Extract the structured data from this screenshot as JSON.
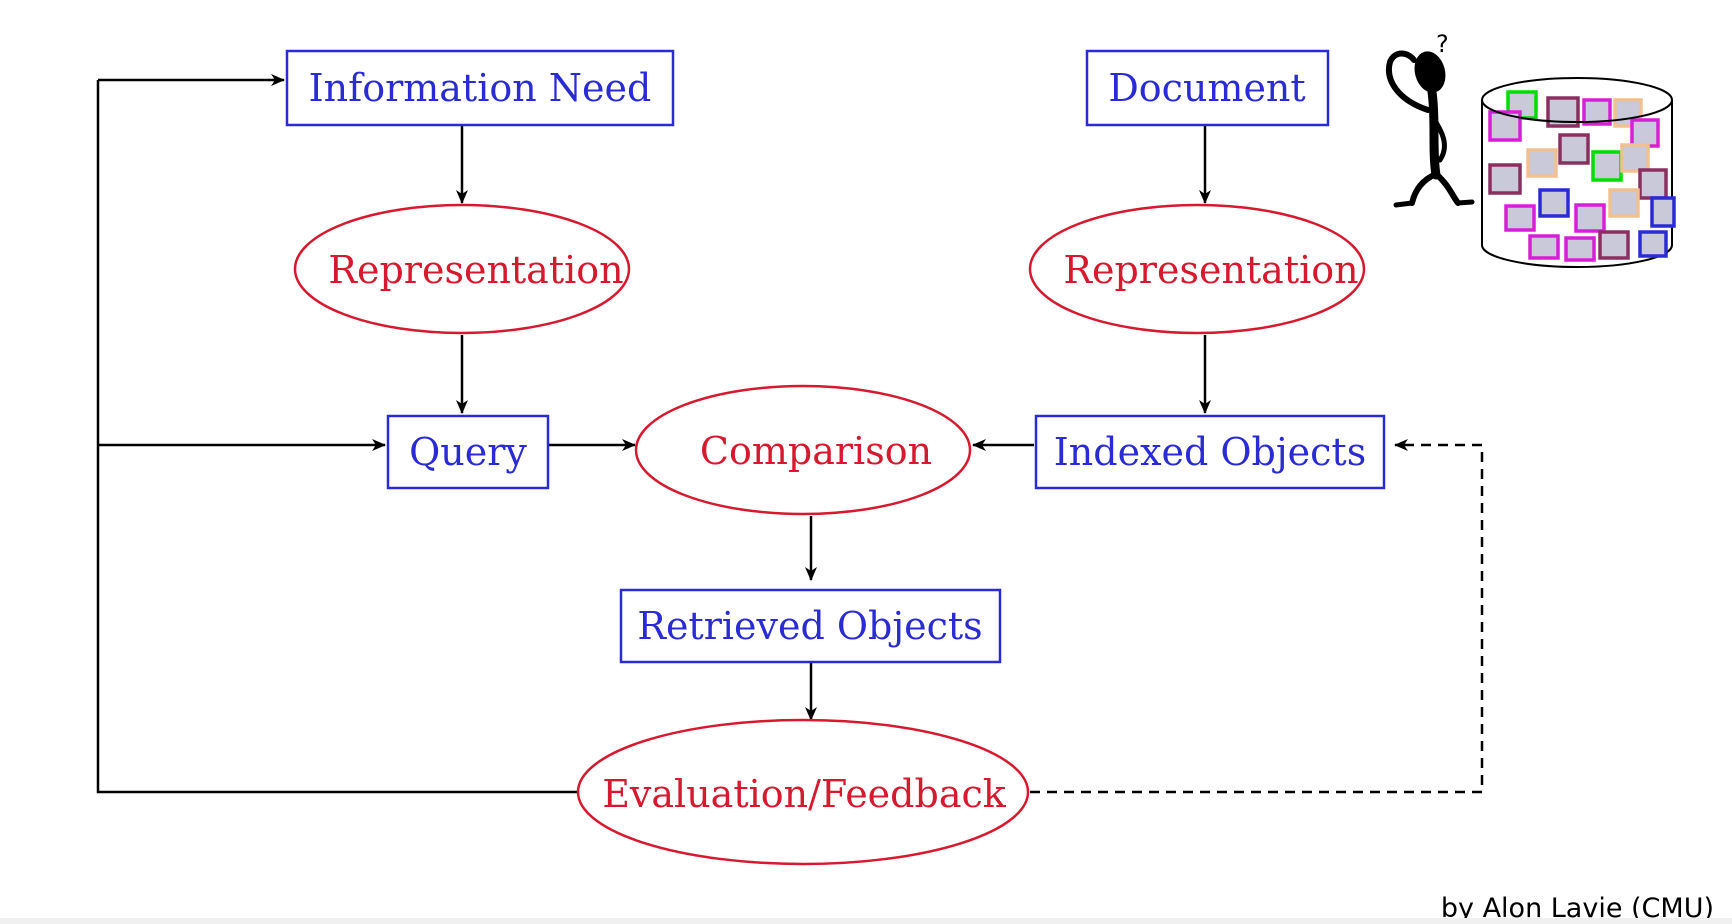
{
  "nodes": {
    "information_need": "Information Need",
    "document": "Document",
    "representation_left": "Representation",
    "representation_right": "Representation",
    "query": "Query",
    "comparison": "Comparison",
    "indexed_objects": "Indexed Objects",
    "retrieved_objects": "Retrieved Objects",
    "evaluation_feedback": "Evaluation/Feedback"
  },
  "illustration": {
    "figure_icon": "thinking-person-icon",
    "question_mark": "?",
    "database_icon": "document-collection-cylinder-icon"
  },
  "credit": "by Alon Lavie (CMU)",
  "colors": {
    "box_border": "#2b2bd6",
    "box_text": "#2b2bd6",
    "ellipse_border": "#d6192f",
    "ellipse_text": "#d6192f",
    "arrow": "#000000"
  }
}
